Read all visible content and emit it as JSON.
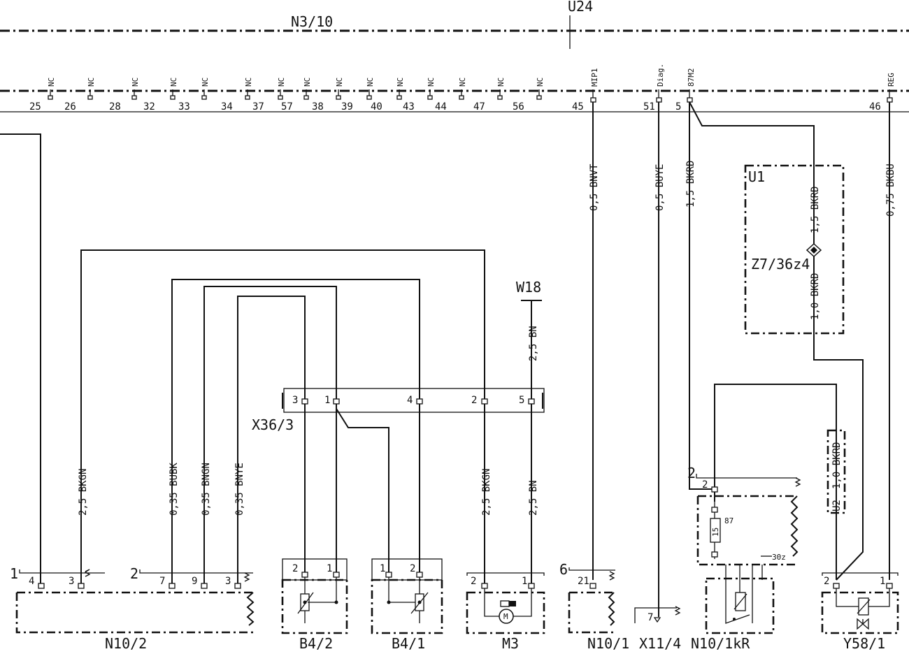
{
  "diagram": {
    "title_top": "U24",
    "module": "N3/10",
    "header_pins": [
      {
        "num": "25",
        "nc": "NC"
      },
      {
        "num": "26",
        "nc": "NC"
      },
      {
        "num": "28",
        "nc": "NC"
      },
      {
        "num": "32",
        "nc": "NC"
      },
      {
        "num": "33",
        "nc": "NC"
      },
      {
        "num": "34",
        "nc": "NC"
      },
      {
        "num": "37",
        "nc": "NC"
      },
      {
        "num": "57",
        "nc": "NC"
      },
      {
        "num": "38",
        "nc": "NC"
      },
      {
        "num": "39",
        "nc": "NC"
      },
      {
        "num": "40",
        "nc": "NC"
      },
      {
        "num": "43",
        "nc": "NC"
      },
      {
        "num": "44",
        "nc": "NC"
      },
      {
        "num": "47",
        "nc": "NC"
      },
      {
        "num": "56",
        "nc": "NC"
      }
    ],
    "signal_pins": [
      {
        "num": "45",
        "sig": "MIP1"
      },
      {
        "num": "51",
        "sig": "Diag."
      },
      {
        "num": "5",
        "sig": "87M2"
      },
      {
        "num": "46",
        "sig": "REG"
      }
    ],
    "wires": {
      "bnvt": "0,5 BNVT",
      "buye": "0,5 BUYE",
      "bkrd15": "1,5 BKRD",
      "bkbu": "0,75 BKBU",
      "u1_bkrd15": "1,5 BKRD",
      "u1_bkrd10": "1,0 BKRD",
      "bkgn_left": "2,5 BKGN",
      "bubk": "0,35 BUBK",
      "bngn": "0,35 BNGN",
      "bnye": "0,35 BNYE",
      "bkgn_right": "2,5 BKGN",
      "bn_low": "2,5 BN",
      "bn_high": "2,5 BN",
      "u2_bkrd": "1,0 BKRD"
    },
    "u1": {
      "label": "U1",
      "splice": "Z7/36z4"
    },
    "u2": {
      "label": "U2"
    },
    "w18": "W18",
    "x36_3": {
      "label": "X36/3",
      "pins": [
        "3",
        "1",
        "4",
        "2",
        "5"
      ]
    },
    "components": {
      "n10_2": {
        "label": "N10/2",
        "group1": "1",
        "group2": "2",
        "pins": [
          "4",
          "3",
          "7",
          "9",
          "3"
        ]
      },
      "b4_2": {
        "label": "B4/2",
        "pins": [
          "2",
          "1"
        ]
      },
      "b4_1": {
        "label": "B4/1",
        "pins": [
          "1",
          "2"
        ]
      },
      "m3": {
        "label": "M3",
        "pins": [
          "2",
          "1"
        ],
        "motor": "M"
      },
      "n10_1": {
        "label": "N10/1",
        "group": "6",
        "pin": "21"
      },
      "x11_4": {
        "label": "X11/4",
        "pin": "7"
      },
      "n10_1kr": {
        "label": "N10/1kR",
        "group": "2",
        "pin": "2",
        "relay_no": "87",
        "fuse": "15",
        "term": "30z"
      },
      "y58_1": {
        "label": "Y58/1",
        "pins": [
          "2",
          "1"
        ]
      }
    }
  }
}
